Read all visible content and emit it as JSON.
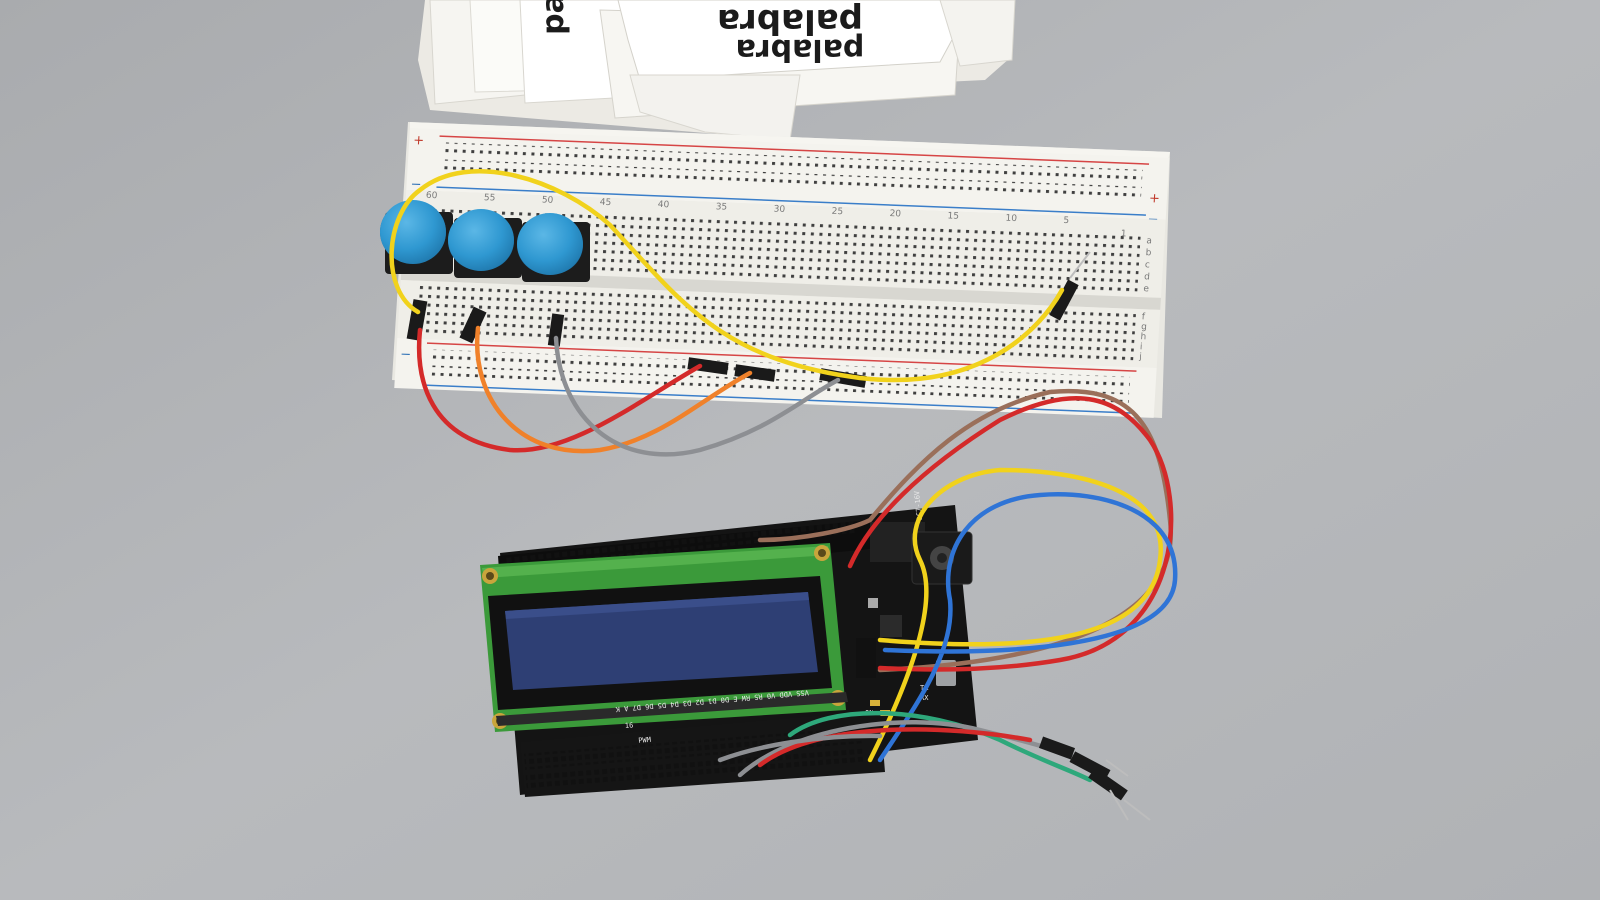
{
  "cards": {
    "word_front": "palabra",
    "word_back": "palabra",
    "word_corner": "pa"
  },
  "breadboard": {
    "column_numbers": [
      "60",
      "55",
      "50",
      "45",
      "40",
      "35",
      "30",
      "25",
      "20",
      "15",
      "10",
      "5",
      "1"
    ],
    "row_letters_top": [
      "a",
      "b",
      "c",
      "d",
      "e"
    ],
    "row_letters_bottom": [
      "f",
      "g",
      "h",
      "i",
      "j"
    ],
    "rail_plus": "+",
    "rail_minus": "−"
  },
  "board": {
    "dc_label": "DC7-16V",
    "lcd_pin_labels": "VSS VDD V0 RS RW E D0 D1 D2 D3 D4 D5 D6 D7 A K",
    "pin_16": "16",
    "pwm_label": "PWM",
    "on_label": "ON",
    "tx_label": "TX",
    "rx_label": "RX"
  },
  "colors": {
    "table": "#b4b6b9",
    "breadboard": "#f1f0ea",
    "button_cap": "#2f98d1",
    "wire_yellow": "#f1d21c",
    "wire_red": "#d42a2a",
    "wire_orange": "#f0812a",
    "wire_gray": "#8d8f93",
    "wire_blue": "#2f74d6",
    "wire_brown": "#9a6f5a",
    "wire_green": "#2ea87b",
    "pcb_green": "#3b9a3a",
    "lcd_screen": "#2e3f74"
  },
  "icons": [
    "pushbutton-icon",
    "lcd-screen-icon",
    "dc-jack-icon"
  ]
}
